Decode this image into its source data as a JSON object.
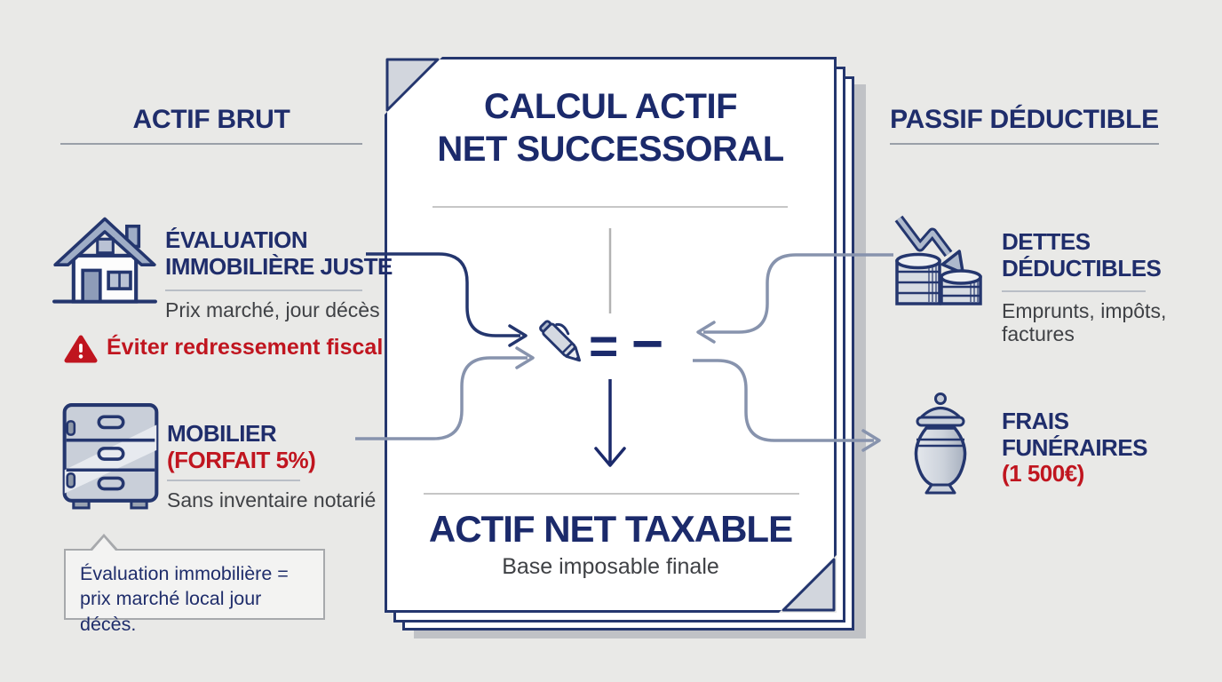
{
  "colors": {
    "navy": "#1f2d6b",
    "red": "#c0151f",
    "text_gray": "#3f4145",
    "background": "#e9e9e7",
    "icon_fill": "#aeb9cc",
    "connector_light": "#8793ad"
  },
  "left_column": {
    "header": "ACTIF BRUT",
    "real_estate": {
      "icon": "house-icon",
      "title_line1": "ÉVALUATION",
      "title_line2": "IMMOBILIÈRE JUSTE",
      "subtitle": "Prix marché, jour décès"
    },
    "warning": {
      "icon": "warning-icon",
      "text": "Éviter redressement fiscal"
    },
    "furniture": {
      "icon": "safe-icon",
      "title": "MOBILIER",
      "accent": "(FORFAIT 5%)",
      "subtitle": "Sans inventaire notarié"
    },
    "callout": {
      "line1": "Évaluation immobilière =",
      "line2": "prix marché local jour décès."
    }
  },
  "document": {
    "title_line1": "CALCUL ACTIF",
    "title_line2": "NET SUCCESSORAL",
    "operator_equals": "=",
    "operator_minus": "−",
    "result_title": "ACTIF NET TAXABLE",
    "result_subtitle": "Base imposable finale"
  },
  "right_column": {
    "header": "PASSIF DÉDUCTIBLE",
    "debts": {
      "icon": "coins-icon",
      "title_line1": "DETTES",
      "title_line2": "DÉDUCTIBLES",
      "subtitle_line1": "Emprunts, impôts,",
      "subtitle_line2": "factures"
    },
    "funeral": {
      "icon": "urn-icon",
      "title_line1": "FRAIS",
      "title_line2": "FUNÉRAIRES",
      "accent": "(1 500€)"
    }
  }
}
